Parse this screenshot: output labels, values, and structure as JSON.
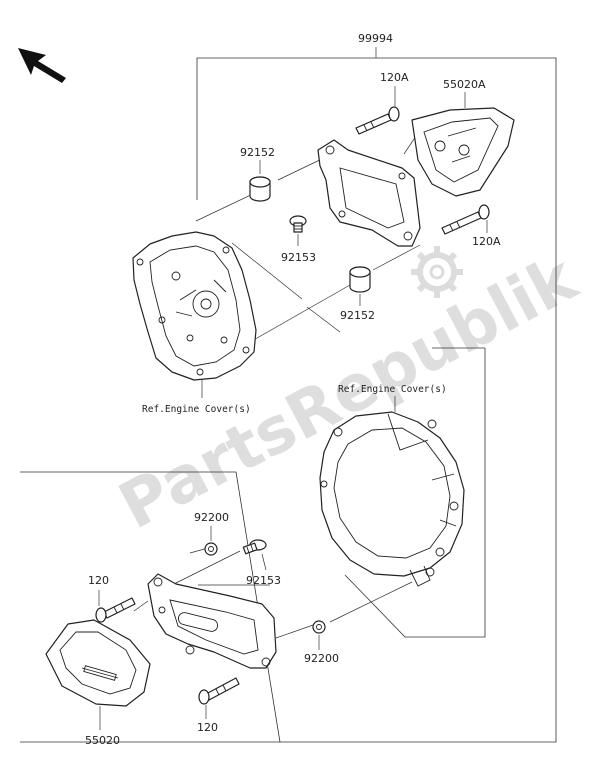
{
  "labels": {
    "kit": "99994",
    "bolt_upper_left": "120A",
    "slider_upper": "55020A",
    "collar_upper": "92152",
    "bolt_upper_right": "120A",
    "screw_upper": "92153",
    "collar_lower": "92152",
    "ref_left": "Ref.Engine Cover(s)",
    "ref_right": "Ref.Engine Cover(s)",
    "washer_upper": "92200",
    "bolt_lower_left": "120",
    "screw_lower": "92153",
    "washer_lower": "92200",
    "bolt_lower": "120",
    "slider_lower": "55020"
  },
  "watermark": "PartsRepublik",
  "colors": {
    "line": "#222222",
    "watermark": "#dedede"
  },
  "icons": {
    "orientation": "arrow-up-left-icon",
    "watermark_gear": "gear-icon"
  }
}
